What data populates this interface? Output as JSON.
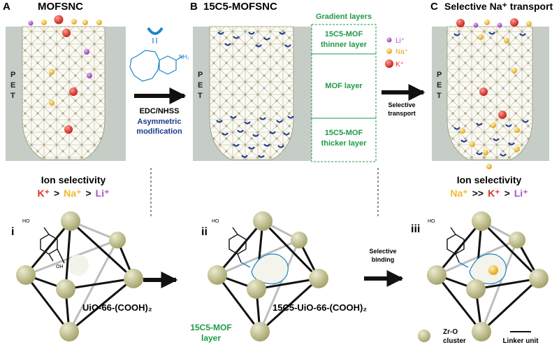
{
  "panels": {
    "a": {
      "letter": "A",
      "title": "MOFSNC"
    },
    "b": {
      "letter": "B",
      "title": "15C5-MOFSNC"
    },
    "c": {
      "letter": "C",
      "title": "Selective Na⁺ transport"
    }
  },
  "substrate_label": [
    "P",
    "E",
    "T"
  ],
  "gradient": {
    "title": "Gradient layers",
    "top": [
      "15C5-MOF",
      "thinner layer"
    ],
    "middle": "MOF layer",
    "bottom": [
      "15C5-MOF",
      "thicker layer"
    ]
  },
  "reaction": {
    "reagent": "EDC/NHSS",
    "note": [
      "Asymmetric",
      "modification"
    ],
    "amine": "NH₂"
  },
  "legend_ions": [
    {
      "label": "Li⁺",
      "color": "#a855c8"
    },
    {
      "label": "Na⁺",
      "color": "#f2b92f"
    },
    {
      "label": "K⁺",
      "color": "#e0322a"
    }
  ],
  "transport_arrow": [
    "Selective",
    "transport"
  ],
  "selectivity": {
    "title": "Ion selectivity",
    "mofsnc": {
      "k": "K⁺",
      "gt1": ">",
      "na": "Na⁺",
      "gt2": ">",
      "li": "Li⁺"
    },
    "modified": {
      "na": "Na⁺",
      "gt1": ">>",
      "k": "K⁺",
      "gt2": ">",
      "li": "Li⁺"
    }
  },
  "bottom": {
    "i": {
      "numeral": "i",
      "name": "UiO-66-(COOH)₂"
    },
    "ii": {
      "numeral": "ii",
      "name": "15C5-UiO-66-(COOH)₂",
      "layer_label": [
        "15C5-MOF",
        "layer"
      ]
    },
    "iii": {
      "numeral": "iii"
    },
    "binding_arrow": [
      "Selective",
      "binding"
    ]
  },
  "atom_labels": {
    "ho": "HO",
    "oh": "OH",
    "o": "O",
    "n": "N",
    "h": "H"
  },
  "legend_bottom": {
    "cluster": [
      "Zr-O",
      "cluster"
    ],
    "linker": "Linker unit"
  },
  "colors": {
    "accent_green": "#1f9a48",
    "accent_blue": "#1a3a8c",
    "crown_blue": "#1c86c8",
    "substrate_gray": "#c5cdc6",
    "cluster_olive": "#c2c08e",
    "k_red": "#e0322a",
    "na_yellow": "#f2b92f",
    "li_purple": "#a855c8"
  }
}
